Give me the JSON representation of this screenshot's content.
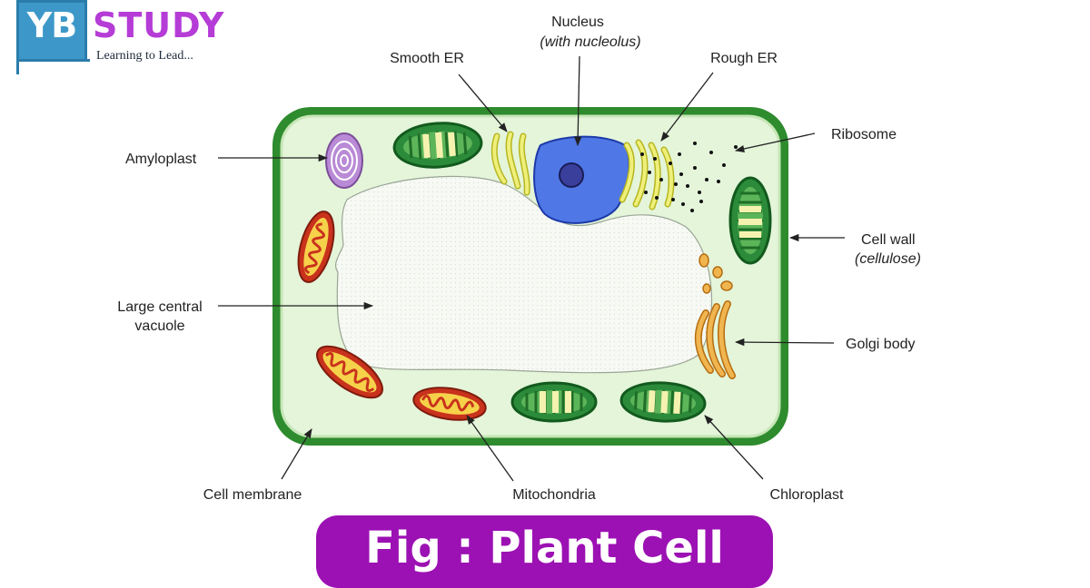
{
  "logo": {
    "mark": "YB",
    "name": "STUDY",
    "tagline": "Learning to Lead..."
  },
  "labels": {
    "nucleus": "Nucleus",
    "nucleus_sub": "(with nucleolus)",
    "smooth_er": "Smooth ER",
    "rough_er": "Rough ER",
    "ribosome": "Ribosome",
    "amyloplast": "Amyloplast",
    "cell_wall": "Cell wall",
    "cell_wall_sub": "(cellulose)",
    "vacuole_line1": "Large central",
    "vacuole_line2": "vacuole",
    "golgi": "Golgi body",
    "cell_membrane": "Cell membrane",
    "mitochondria": "Mitochondria",
    "chloroplast": "Chloroplast"
  },
  "figure": {
    "title": "Fig : Plant Cell"
  },
  "colors": {
    "cell_wall": "#2e8b2e",
    "cytoplasm": "#e4f5da",
    "nucleus": "#4f77e6",
    "nucleolus": "#3a3f9c",
    "er": "#e9ec6a",
    "mitochondria": "#c9321c",
    "chloroplast": "#2c8b3a",
    "amyloplast": "#b98ad6",
    "golgi": "#e8a43a",
    "banner": "#9c11b3"
  }
}
